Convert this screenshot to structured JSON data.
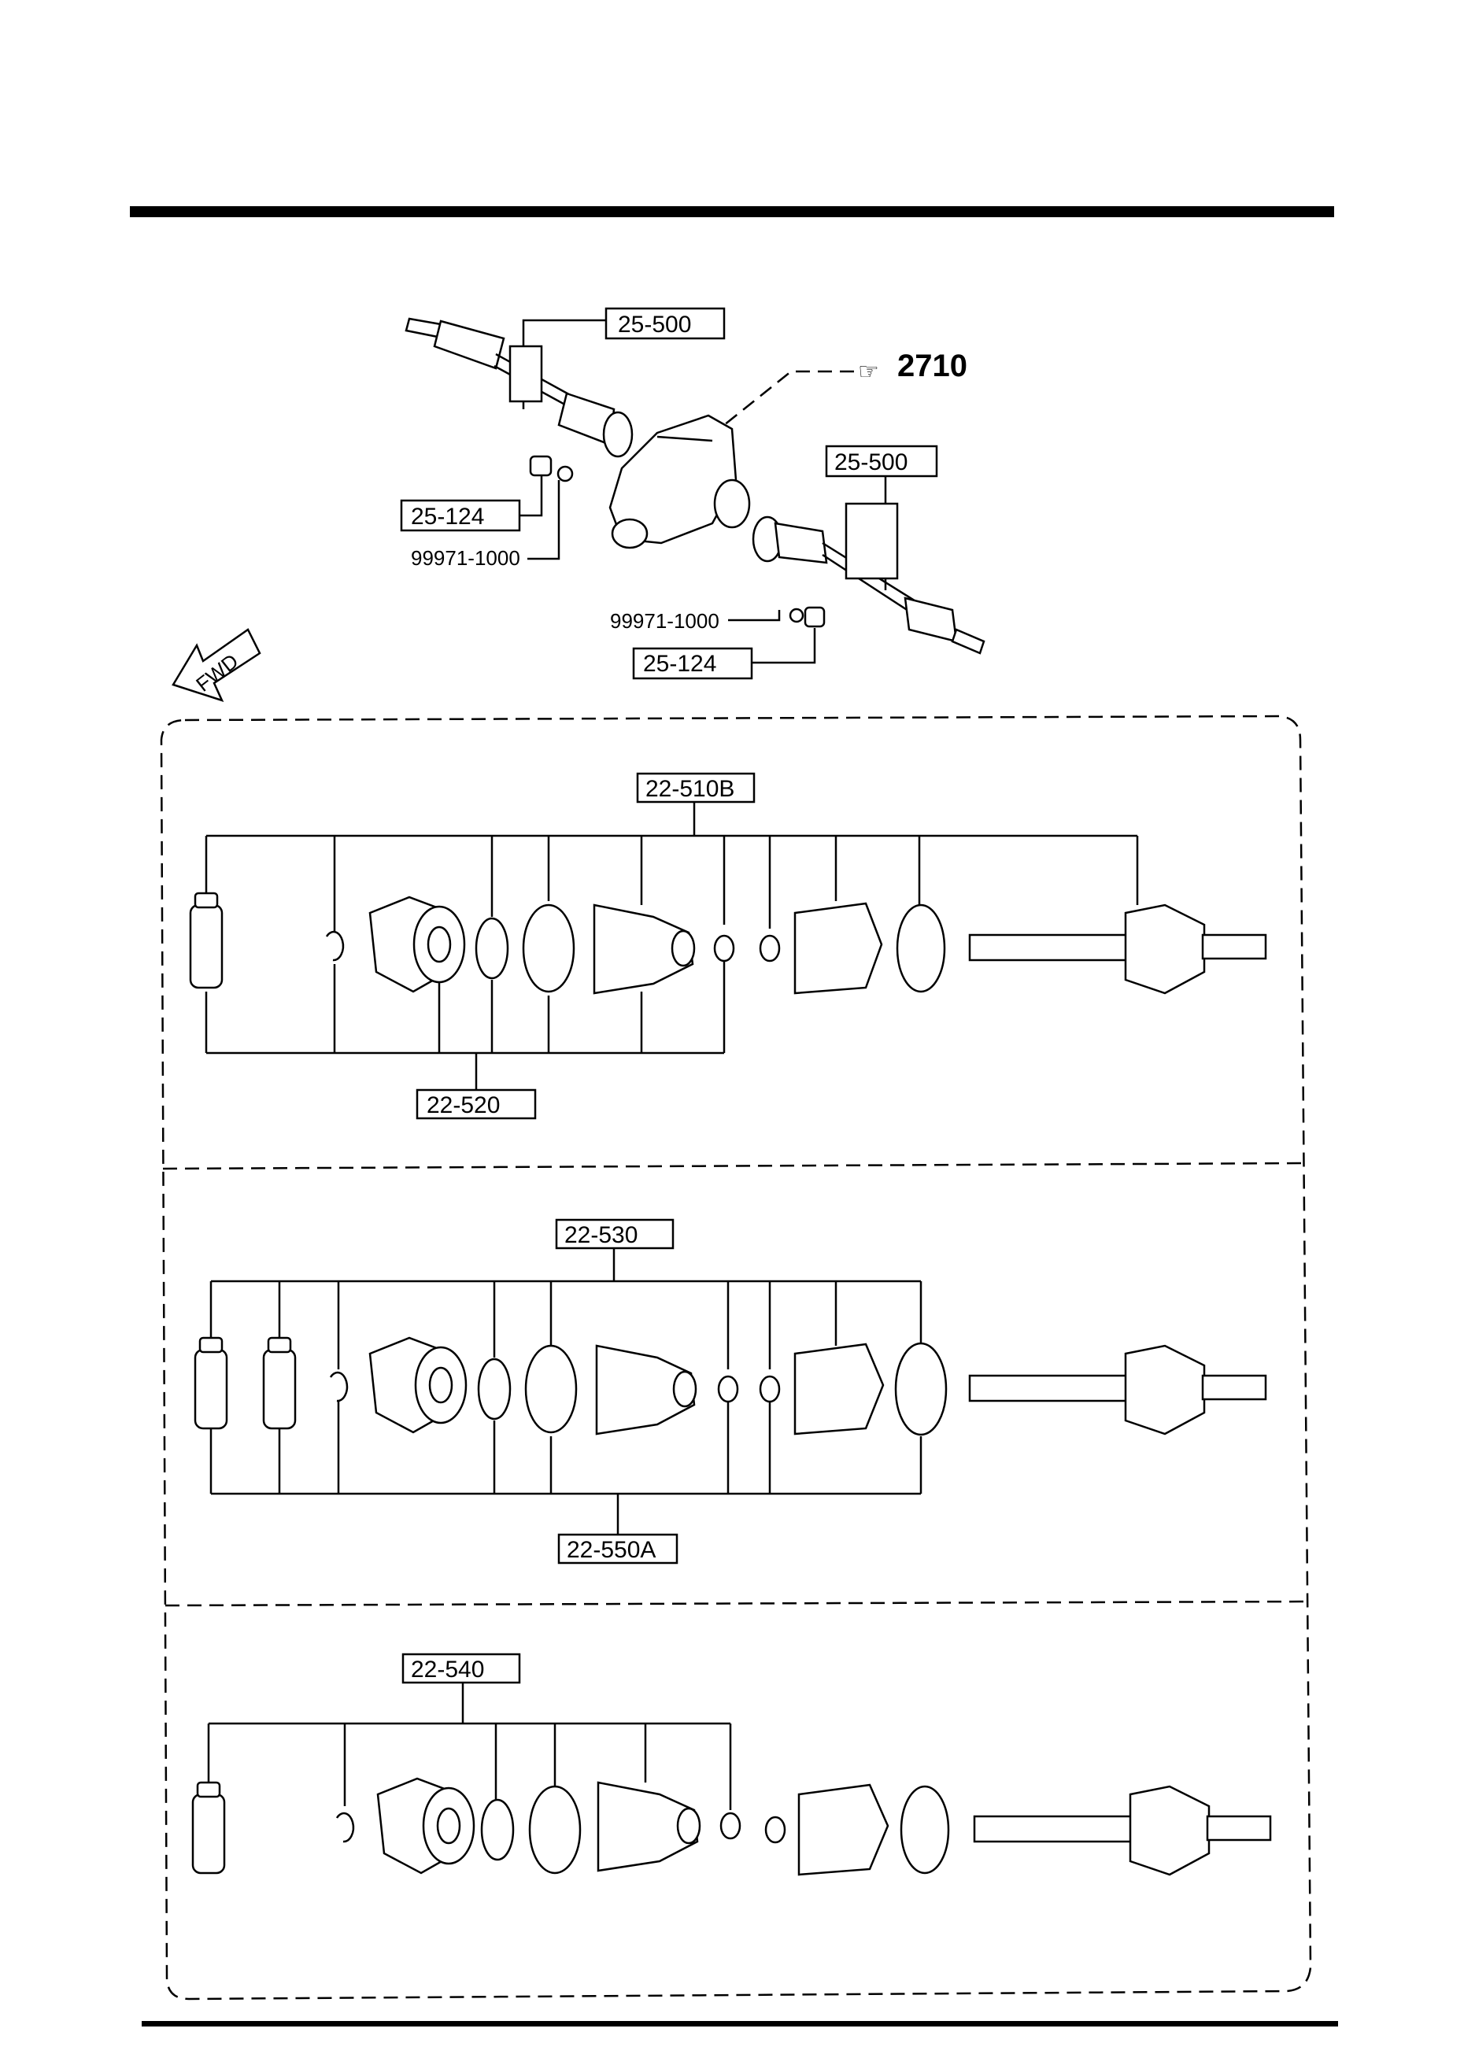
{
  "reference": {
    "number": "2710"
  },
  "direction": {
    "label": "FWD"
  },
  "overview_labels": {
    "shaft_left": "25-500",
    "shaft_right": "25-500",
    "seal_left": "25-124",
    "seal_right": "25-124",
    "clip_left": "99971-1000",
    "clip_right": "99971-1000"
  },
  "panels": [
    {
      "top_label": "22-510B",
      "bottom_label": "22-520"
    },
    {
      "top_label": "22-530",
      "bottom_label": "22-550A"
    },
    {
      "top_label": "22-540"
    }
  ]
}
